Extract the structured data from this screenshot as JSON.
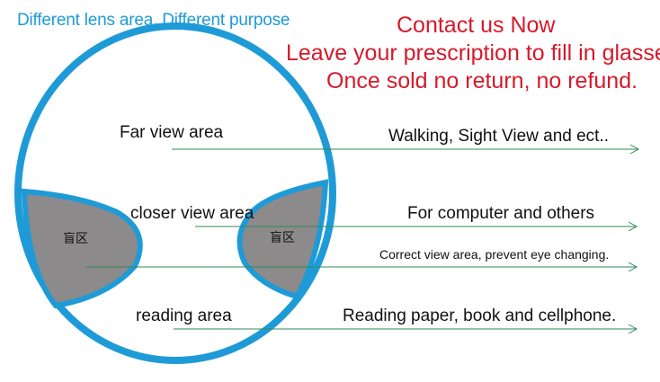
{
  "title": "Different lens area, Different purpose",
  "notice": {
    "line1": "Contact us Now",
    "line2": "Leave your prescription to fill in glasses.",
    "line3": "Once sold no return, no refund."
  },
  "zones": {
    "far": {
      "label": "Far view area",
      "description": "Walking, Sight View and ect.."
    },
    "closer": {
      "label": "closer view area",
      "description": "For computer and others"
    },
    "correct": {
      "description": "Correct view area, prevent eye changing."
    },
    "reading": {
      "label": "reading area",
      "description": "Reading paper, book and cellphone."
    },
    "blind_left": {
      "label": "盲区"
    },
    "blind_right": {
      "label": "盲区"
    }
  },
  "colors": {
    "lens_outline": "#1e9bd7",
    "blind_zone_fill": "#8c8a8b",
    "arrow": "#2e8b57",
    "title": "#1e9bd7",
    "notice": "#d41a2a"
  }
}
